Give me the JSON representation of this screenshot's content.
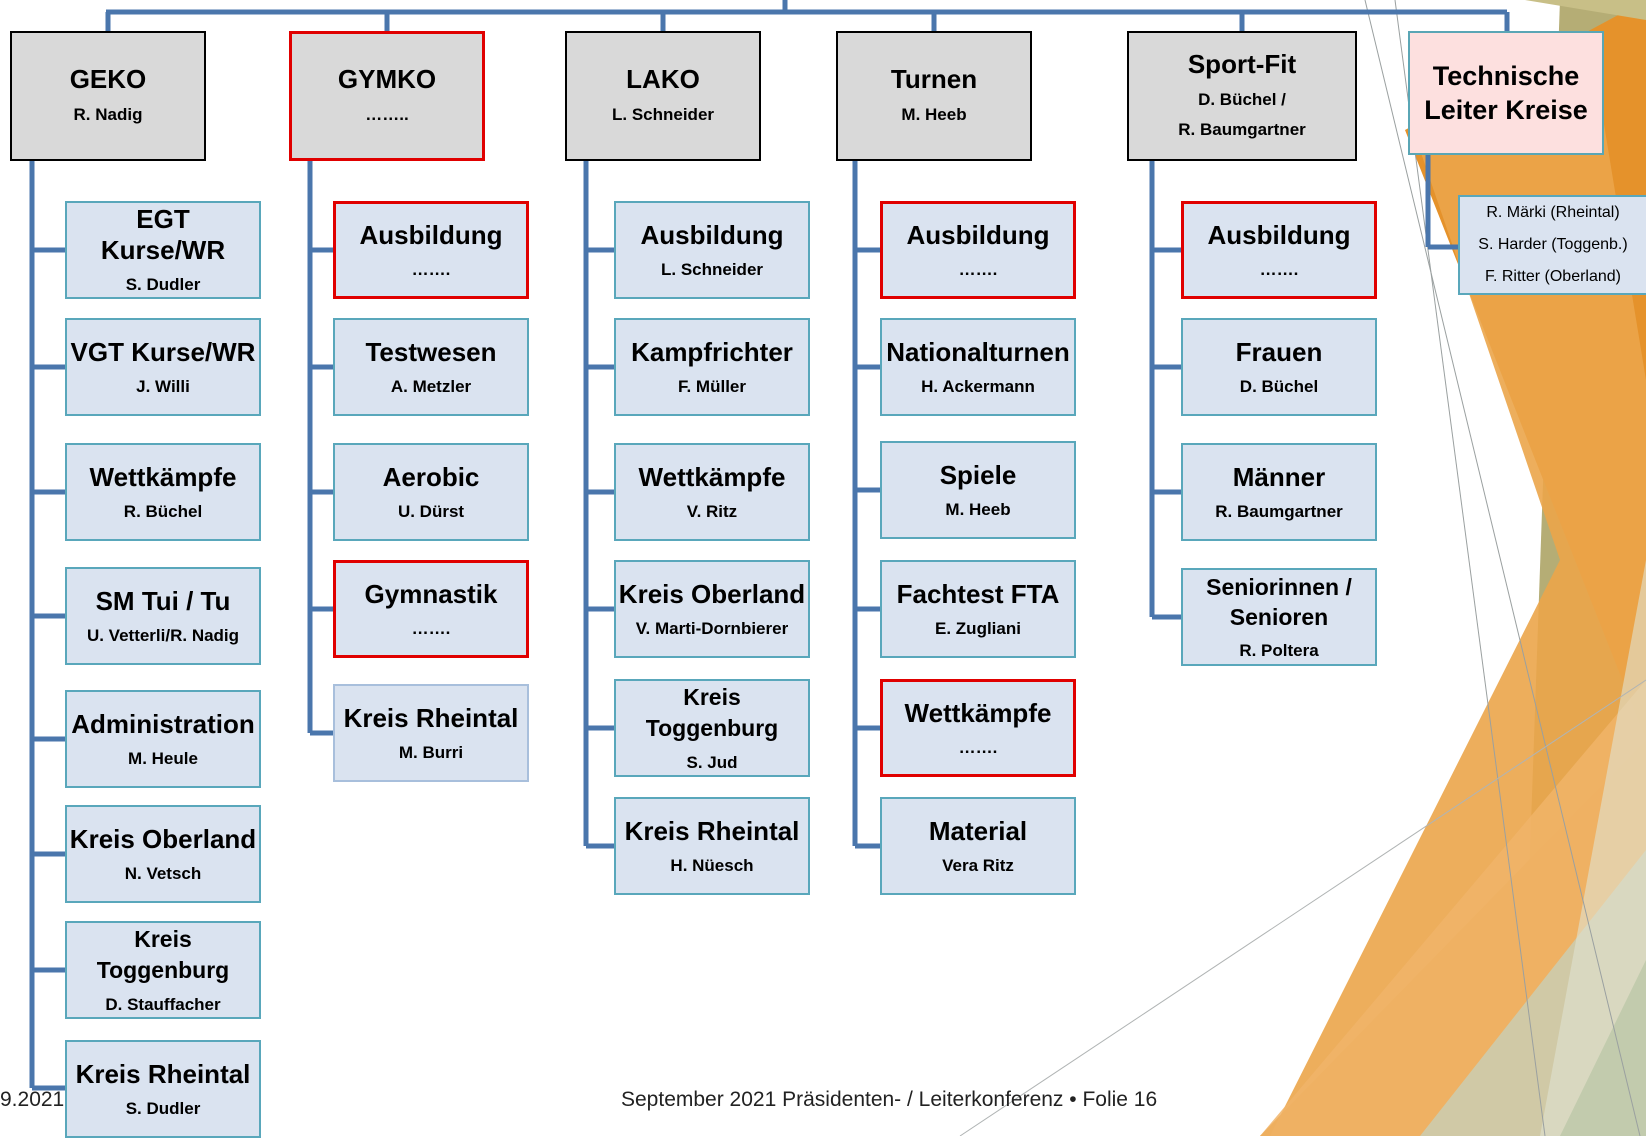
{
  "colors": {
    "connector": "#4a76ac",
    "box_fill": "#dae3f0",
    "head_fill": "#d9d9d9",
    "highlight_border": "#e00000",
    "accent_orange": "#e5922b",
    "accent_olive": "#a8a36a"
  },
  "units": [
    {
      "title": "GEKO",
      "lead": "R. Nadig",
      "highlight": false,
      "children": [
        {
          "title": "EGT Kurse/WR",
          "lead": "S. Dudler",
          "highlight": false
        },
        {
          "title": "VGT Kurse/WR",
          "lead": "J. Willi",
          "highlight": false
        },
        {
          "title": "Wettkämpfe",
          "lead": "R. Büchel",
          "highlight": false
        },
        {
          "title": "SM Tui / Tu",
          "lead": "U. Vetterli/R. Nadig",
          "highlight": false
        },
        {
          "title": "Administration",
          "lead": "M. Heule",
          "highlight": false
        },
        {
          "title": "Kreis Oberland",
          "lead": "N. Vetsch",
          "highlight": false
        },
        {
          "title": "Kreis Toggenburg",
          "lead": "D. Stauffacher",
          "highlight": false
        },
        {
          "title": "Kreis Rheintal",
          "lead": "S. Dudler",
          "highlight": false
        }
      ]
    },
    {
      "title": "GYMKO",
      "lead": "……..",
      "highlight": true,
      "children": [
        {
          "title": "Ausbildung",
          "lead": "…….",
          "highlight": true
        },
        {
          "title": "Testwesen",
          "lead": "A. Metzler",
          "highlight": false
        },
        {
          "title": "Aerobic",
          "lead": "U. Dürst",
          "highlight": false
        },
        {
          "title": "Gymnastik",
          "lead": "…….",
          "highlight": true
        },
        {
          "title": "Kreis Rheintal",
          "lead": "M. Burri",
          "highlight": false
        }
      ]
    },
    {
      "title": "LAKO",
      "lead": "L. Schneider",
      "highlight": false,
      "children": [
        {
          "title": "Ausbildung",
          "lead": "L. Schneider",
          "highlight": false
        },
        {
          "title": "Kampfrichter",
          "lead": "F. Müller",
          "highlight": false
        },
        {
          "title": "Wettkämpfe",
          "lead": "V. Ritz",
          "highlight": false
        },
        {
          "title": "Kreis Oberland",
          "lead": "V. Marti-Dornbierer",
          "highlight": false
        },
        {
          "title": "Kreis Toggenburg",
          "lead": "S. Jud",
          "highlight": false
        },
        {
          "title": "Kreis Rheintal",
          "lead": "H. Nüesch",
          "highlight": false
        }
      ]
    },
    {
      "title": "Turnen",
      "lead": "M. Heeb",
      "highlight": false,
      "children": [
        {
          "title": "Ausbildung",
          "lead": "…….",
          "highlight": true
        },
        {
          "title": "Nationalturnen",
          "lead": "H. Ackermann",
          "highlight": false
        },
        {
          "title": "Spiele",
          "lead": "M. Heeb",
          "highlight": false
        },
        {
          "title": "Fachtest FTA",
          "lead": "E. Zugliani",
          "highlight": false
        },
        {
          "title": "Wettkämpfe",
          "lead": "…….",
          "highlight": true
        },
        {
          "title": "Material",
          "lead": "Vera Ritz",
          "highlight": false
        }
      ]
    },
    {
      "title": "Sport-Fit",
      "lead": "D. Büchel /",
      "lead2": "R. Baumgartner",
      "highlight": false,
      "children": [
        {
          "title": "Ausbildung",
          "lead": "…….",
          "highlight": true
        },
        {
          "title": "Frauen",
          "lead": "D. Büchel",
          "highlight": false
        },
        {
          "title": "Männer",
          "lead": "R. Baumgartner",
          "highlight": false
        },
        {
          "title": "Seniorinnen / Senioren",
          "lead": "R. Poltera",
          "highlight": false
        }
      ]
    }
  ],
  "technical_leads": {
    "title": "Technische Leiter Kreise",
    "items": [
      "R. Märki (Rheintal)",
      "S. Harder (Toggenb.)",
      "F. Ritter (Oberland)"
    ]
  },
  "footer": {
    "date": "9.2021",
    "text": "September 2021 Präsidenten- / Leiterkonferenz • Folie  16"
  }
}
